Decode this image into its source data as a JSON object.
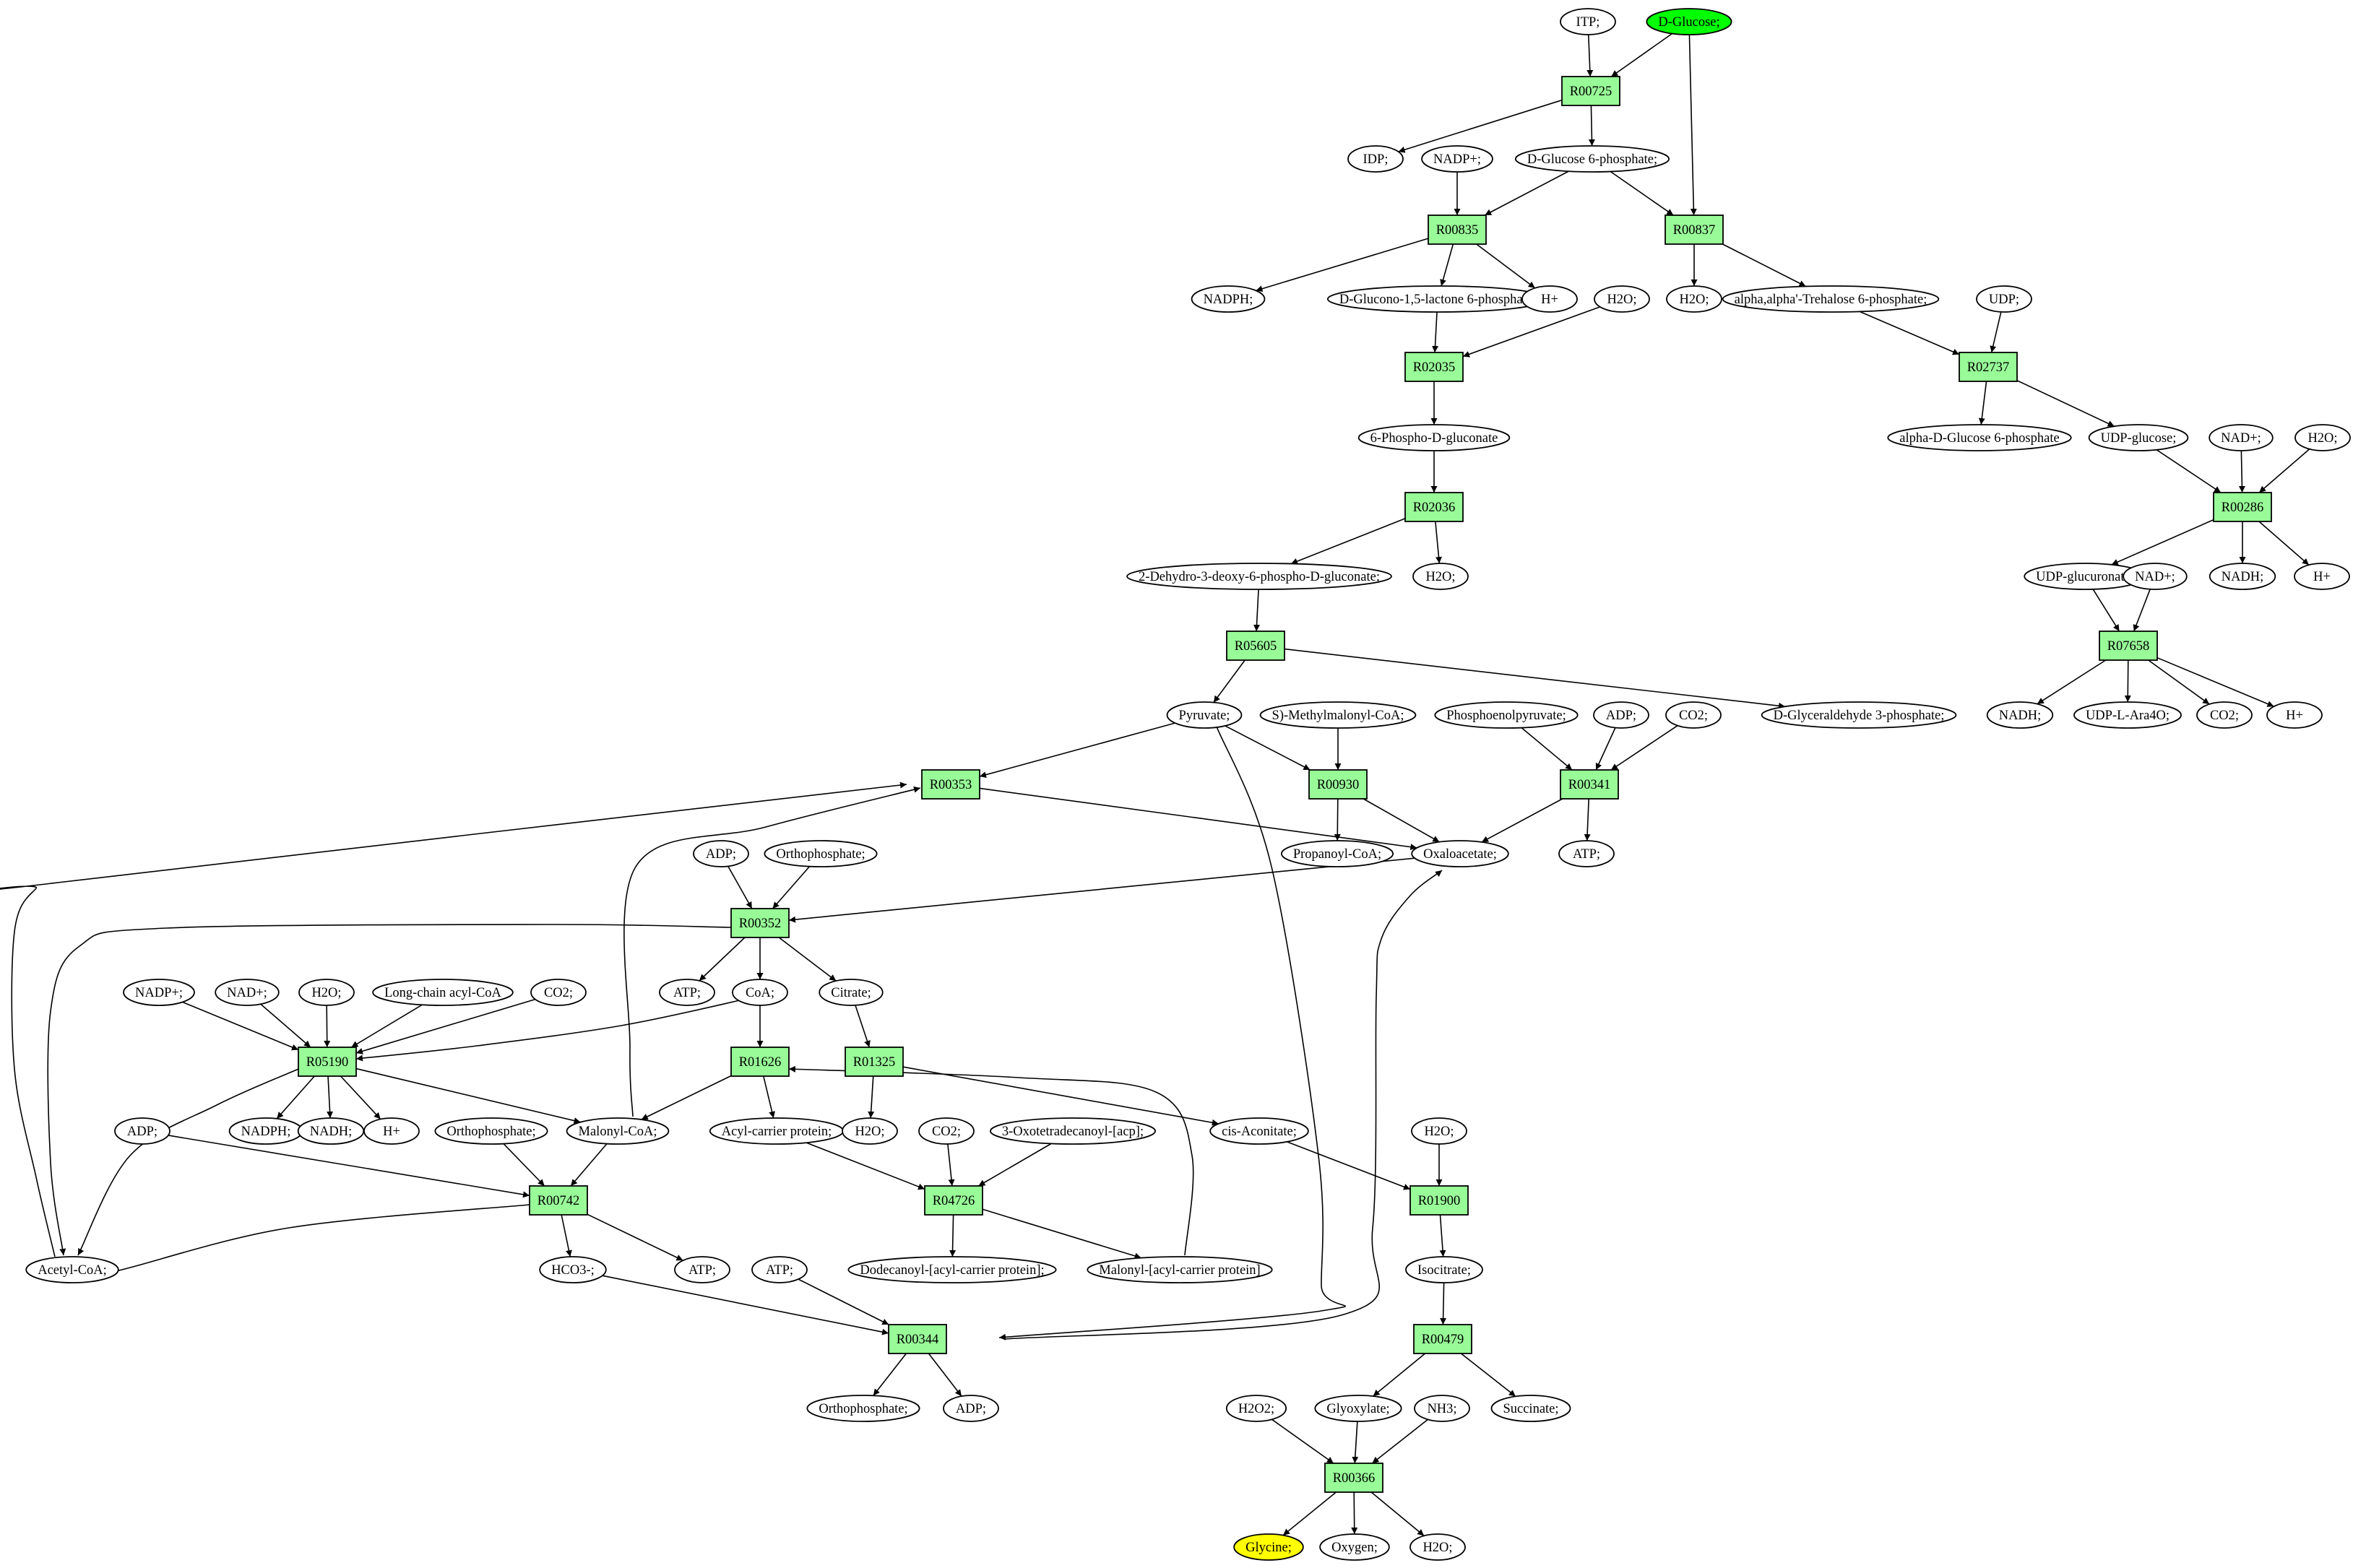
{
  "diagram": {
    "colors": {
      "reaction": "#98fb98",
      "compound": "#ffffff",
      "start": "#00ff00",
      "target": "#ffff00",
      "stroke": "#000000"
    },
    "nodes": [
      {
        "id": "itp",
        "label": "ITP;",
        "shape": "ellipse"
      },
      {
        "id": "dglc",
        "label": "D-Glucose;",
        "shape": "ellipse",
        "role": "start"
      },
      {
        "id": "r00725",
        "label": "R00725",
        "shape": "box"
      },
      {
        "id": "idp",
        "label": "IDP;",
        "shape": "ellipse"
      },
      {
        "id": "nadp1",
        "label": "NADP+;",
        "shape": "ellipse"
      },
      {
        "id": "g6p",
        "label": "D-Glucose 6-phosphate;",
        "shape": "ellipse"
      },
      {
        "id": "r00835",
        "label": "R00835",
        "shape": "box"
      },
      {
        "id": "r00837",
        "label": "R00837",
        "shape": "box"
      },
      {
        "id": "nadph1",
        "label": "NADPH;",
        "shape": "ellipse"
      },
      {
        "id": "glucono",
        "label": "D-Glucono-1,5-lactone 6-phosphate;",
        "shape": "ellipse"
      },
      {
        "id": "hplus1",
        "label": "H+",
        "shape": "ellipse"
      },
      {
        "id": "h2o_a",
        "label": "H2O;",
        "shape": "ellipse"
      },
      {
        "id": "h2o_b",
        "label": "H2O;",
        "shape": "ellipse"
      },
      {
        "id": "tre6p",
        "label": "alpha,alpha'-Trehalose 6-phosphate;",
        "shape": "ellipse"
      },
      {
        "id": "udp",
        "label": "UDP;",
        "shape": "ellipse"
      },
      {
        "id": "r02035",
        "label": "R02035",
        "shape": "box"
      },
      {
        "id": "r02737",
        "label": "R02737",
        "shape": "box"
      },
      {
        "id": "pgluconate",
        "label": "6-Phospho-D-gluconate",
        "shape": "ellipse"
      },
      {
        "id": "ag6p",
        "label": "alpha-D-Glucose 6-phosphate",
        "shape": "ellipse"
      },
      {
        "id": "udpglc",
        "label": "UDP-glucose;",
        "shape": "ellipse"
      },
      {
        "id": "nad1",
        "label": "NAD+;",
        "shape": "ellipse"
      },
      {
        "id": "h2o_c",
        "label": "H2O;",
        "shape": "ellipse"
      },
      {
        "id": "r02036",
        "label": "R02036",
        "shape": "box"
      },
      {
        "id": "r00286",
        "label": "R00286",
        "shape": "box"
      },
      {
        "id": "kdpg",
        "label": "2-Dehydro-3-deoxy-6-phospho-D-gluconate;",
        "shape": "ellipse"
      },
      {
        "id": "h2o_d",
        "label": "H2O;",
        "shape": "ellipse"
      },
      {
        "id": "udpglcur",
        "label": "UDP-glucuronate;",
        "shape": "ellipse"
      },
      {
        "id": "nad2",
        "label": "NAD+;",
        "shape": "ellipse"
      },
      {
        "id": "nadh1",
        "label": "NADH;",
        "shape": "ellipse"
      },
      {
        "id": "hplus2",
        "label": "H+",
        "shape": "ellipse"
      },
      {
        "id": "r05605",
        "label": "R05605",
        "shape": "box"
      },
      {
        "id": "r07658",
        "label": "R07658",
        "shape": "box"
      },
      {
        "id": "pyruvate",
        "label": "Pyruvate;",
        "shape": "ellipse"
      },
      {
        "id": "smmcoa",
        "label": "S)-Methylmalonyl-CoA;",
        "shape": "ellipse"
      },
      {
        "id": "pep",
        "label": "Phosphoenolpyruvate;",
        "shape": "ellipse"
      },
      {
        "id": "adp1",
        "label": "ADP;",
        "shape": "ellipse"
      },
      {
        "id": "co2_1",
        "label": "CO2;",
        "shape": "ellipse"
      },
      {
        "id": "gap",
        "label": "D-Glyceraldehyde 3-phosphate;",
        "shape": "ellipse"
      },
      {
        "id": "nadh2",
        "label": "NADH;",
        "shape": "ellipse"
      },
      {
        "id": "udpara",
        "label": "UDP-L-Ara4O;",
        "shape": "ellipse"
      },
      {
        "id": "co2_2",
        "label": "CO2;",
        "shape": "ellipse"
      },
      {
        "id": "hplus3",
        "label": "H+",
        "shape": "ellipse"
      },
      {
        "id": "r00353",
        "label": "R00353",
        "shape": "box"
      },
      {
        "id": "r00930",
        "label": "R00930",
        "shape": "box"
      },
      {
        "id": "r00341",
        "label": "R00341",
        "shape": "box"
      },
      {
        "id": "propcoa",
        "label": "Propanoyl-CoA;",
        "shape": "ellipse"
      },
      {
        "id": "oaa",
        "label": "Oxaloacetate;",
        "shape": "ellipse"
      },
      {
        "id": "atp1",
        "label": "ATP;",
        "shape": "ellipse"
      },
      {
        "id": "adp2",
        "label": "ADP;",
        "shape": "ellipse"
      },
      {
        "id": "pi1",
        "label": "Orthophosphate;",
        "shape": "ellipse"
      },
      {
        "id": "r00352",
        "label": "R00352",
        "shape": "box"
      },
      {
        "id": "atp2",
        "label": "ATP;",
        "shape": "ellipse"
      },
      {
        "id": "coa",
        "label": "CoA;",
        "shape": "ellipse"
      },
      {
        "id": "citrate",
        "label": "Citrate;",
        "shape": "ellipse"
      },
      {
        "id": "nadp2",
        "label": "NADP+;",
        "shape": "ellipse"
      },
      {
        "id": "nad3",
        "label": "NAD+;",
        "shape": "ellipse"
      },
      {
        "id": "h2o_e",
        "label": "H2O;",
        "shape": "ellipse"
      },
      {
        "id": "lcacoa",
        "label": "Long-chain acyl-CoA",
        "shape": "ellipse"
      },
      {
        "id": "co2_3",
        "label": "CO2;",
        "shape": "ellipse"
      },
      {
        "id": "r05190",
        "label": "R05190",
        "shape": "box"
      },
      {
        "id": "r01626",
        "label": "R01626",
        "shape": "box"
      },
      {
        "id": "r01325",
        "label": "R01325",
        "shape": "box"
      },
      {
        "id": "adp3",
        "label": "ADP;",
        "shape": "ellipse"
      },
      {
        "id": "nadph2",
        "label": "NADPH;",
        "shape": "ellipse"
      },
      {
        "id": "nadh3",
        "label": "NADH;",
        "shape": "ellipse"
      },
      {
        "id": "hplus4",
        "label": "H+",
        "shape": "ellipse"
      },
      {
        "id": "pi2",
        "label": "Orthophosphate;",
        "shape": "ellipse"
      },
      {
        "id": "malcoa",
        "label": "Malonyl-CoA;",
        "shape": "ellipse"
      },
      {
        "id": "acp",
        "label": "Acyl-carrier protein;",
        "shape": "ellipse"
      },
      {
        "id": "h2o_f",
        "label": "H2O;",
        "shape": "ellipse"
      },
      {
        "id": "co2_4",
        "label": "CO2;",
        "shape": "ellipse"
      },
      {
        "id": "oxotd",
        "label": "3-Oxotetradecanoyl-[acp];",
        "shape": "ellipse"
      },
      {
        "id": "cisacon",
        "label": "cis-Aconitate;",
        "shape": "ellipse"
      },
      {
        "id": "h2o_g",
        "label": "H2O;",
        "shape": "ellipse"
      },
      {
        "id": "r00742",
        "label": "R00742",
        "shape": "box"
      },
      {
        "id": "r04726",
        "label": "R04726",
        "shape": "box"
      },
      {
        "id": "r01900",
        "label": "R01900",
        "shape": "box"
      },
      {
        "id": "accoa",
        "label": "Acetyl-CoA;",
        "shape": "ellipse"
      },
      {
        "id": "hco3",
        "label": "HCO3-;",
        "shape": "ellipse"
      },
      {
        "id": "atp3",
        "label": "ATP;",
        "shape": "ellipse"
      },
      {
        "id": "atp4",
        "label": "ATP;",
        "shape": "ellipse"
      },
      {
        "id": "dodeacp",
        "label": "Dodecanoyl-[acyl-carrier protein];",
        "shape": "ellipse"
      },
      {
        "id": "malacp",
        "label": "Malonyl-[acyl-carrier protein]",
        "shape": "ellipse"
      },
      {
        "id": "isocit",
        "label": "Isocitrate;",
        "shape": "ellipse"
      },
      {
        "id": "r00344",
        "label": "R00344",
        "shape": "box"
      },
      {
        "id": "r00479",
        "label": "R00479",
        "shape": "box"
      },
      {
        "id": "pi3",
        "label": "Orthophosphate;",
        "shape": "ellipse"
      },
      {
        "id": "adp4",
        "label": "ADP;",
        "shape": "ellipse"
      },
      {
        "id": "h2o2",
        "label": "H2O2;",
        "shape": "ellipse"
      },
      {
        "id": "glyox",
        "label": "Glyoxylate;",
        "shape": "ellipse"
      },
      {
        "id": "nh3",
        "label": "NH3;",
        "shape": "ellipse"
      },
      {
        "id": "succ",
        "label": "Succinate;",
        "shape": "ellipse"
      },
      {
        "id": "r00366",
        "label": "R00366",
        "shape": "box"
      },
      {
        "id": "glycine",
        "label": "Glycine;",
        "shape": "ellipse",
        "role": "target"
      },
      {
        "id": "oxygen",
        "label": "Oxygen;",
        "shape": "ellipse"
      },
      {
        "id": "h2o_h",
        "label": "H2O;",
        "shape": "ellipse"
      }
    ],
    "edges": [
      [
        "itp",
        "r00725"
      ],
      [
        "dglc",
        "r00725"
      ],
      [
        "dglc",
        "r00837"
      ],
      [
        "r00725",
        "idp"
      ],
      [
        "r00725",
        "g6p"
      ],
      [
        "nadp1",
        "r00835"
      ],
      [
        "g6p",
        "r00835"
      ],
      [
        "g6p",
        "r00837"
      ],
      [
        "r00835",
        "nadph1"
      ],
      [
        "r00835",
        "glucono"
      ],
      [
        "r00835",
        "hplus1"
      ],
      [
        "r00837",
        "h2o_b"
      ],
      [
        "r00837",
        "tre6p"
      ],
      [
        "glucono",
        "r02035"
      ],
      [
        "h2o_a",
        "r02035"
      ],
      [
        "r02035",
        "pgluconate"
      ],
      [
        "tre6p",
        "r02737"
      ],
      [
        "udp",
        "r02737"
      ],
      [
        "r02737",
        "ag6p"
      ],
      [
        "r02737",
        "udpglc"
      ],
      [
        "udpglc",
        "r00286"
      ],
      [
        "nad1",
        "r00286"
      ],
      [
        "h2o_c",
        "r00286"
      ],
      [
        "r00286",
        "udpglcur"
      ],
      [
        "r00286",
        "nadh1"
      ],
      [
        "r00286",
        "hplus2"
      ],
      [
        "pgluconate",
        "r02036"
      ],
      [
        "r02036",
        "kdpg"
      ],
      [
        "r02036",
        "h2o_d"
      ],
      [
        "kdpg",
        "r05605"
      ],
      [
        "r05605",
        "pyruvate"
      ],
      [
        "r05605",
        "gap"
      ],
      [
        "udpglcur",
        "r07658"
      ],
      [
        "nad2",
        "r07658"
      ],
      [
        "r07658",
        "nadh2"
      ],
      [
        "r07658",
        "udpara"
      ],
      [
        "r07658",
        "co2_2"
      ],
      [
        "r07658",
        "hplus3"
      ],
      [
        "pyruvate",
        "r00353"
      ],
      [
        "pyruvate",
        "r00930"
      ],
      [
        "pyruvate",
        "r00344"
      ],
      [
        "smmcoa",
        "r00930"
      ],
      [
        "r00930",
        "propcoa"
      ],
      [
        "r00930",
        "oaa"
      ],
      [
        "pep",
        "r00341"
      ],
      [
        "adp1",
        "r00341"
      ],
      [
        "co2_1",
        "r00341"
      ],
      [
        "r00341",
        "oaa"
      ],
      [
        "r00341",
        "atp1"
      ],
      [
        "accoa",
        "r00353"
      ],
      [
        "malcoa",
        "r00353"
      ],
      [
        "r00353",
        "oaa"
      ],
      [
        "oaa",
        "r00352"
      ],
      [
        "adp2",
        "r00352"
      ],
      [
        "pi1",
        "r00352"
      ],
      [
        "r00352",
        "atp2"
      ],
      [
        "r00352",
        "coa"
      ],
      [
        "r00352",
        "citrate"
      ],
      [
        "r00352",
        "accoa"
      ],
      [
        "coa",
        "r01626"
      ],
      [
        "coa",
        "r05190"
      ],
      [
        "citrate",
        "r01325"
      ],
      [
        "nadp2",
        "r05190"
      ],
      [
        "nad3",
        "r05190"
      ],
      [
        "h2o_e",
        "r05190"
      ],
      [
        "lcacoa",
        "r05190"
      ],
      [
        "co2_3",
        "r05190"
      ],
      [
        "r05190",
        "nadph2"
      ],
      [
        "r05190",
        "nadh3"
      ],
      [
        "r05190",
        "hplus4"
      ],
      [
        "r05190",
        "malcoa"
      ],
      [
        "r05190",
        "accoa"
      ],
      [
        "r01626",
        "malcoa"
      ],
      [
        "r01626",
        "acp"
      ],
      [
        "malacp",
        "r01626"
      ],
      [
        "r01325",
        "h2o_f"
      ],
      [
        "r01325",
        "cisacon"
      ],
      [
        "pi2",
        "r00742"
      ],
      [
        "malcoa",
        "r00742"
      ],
      [
        "adp3",
        "r00742"
      ],
      [
        "r00742",
        "accoa"
      ],
      [
        "r00742",
        "hco3"
      ],
      [
        "r00742",
        "atp3"
      ],
      [
        "acp",
        "r04726"
      ],
      [
        "co2_4",
        "r04726"
      ],
      [
        "oxotd",
        "r04726"
      ],
      [
        "r04726",
        "dodeacp"
      ],
      [
        "r04726",
        "malacp"
      ],
      [
        "cisacon",
        "r01900"
      ],
      [
        "h2o_g",
        "r01900"
      ],
      [
        "r01900",
        "isocit"
      ],
      [
        "hco3",
        "r00344"
      ],
      [
        "atp4",
        "r00344"
      ],
      [
        "r00344",
        "pi3"
      ],
      [
        "r00344",
        "adp4"
      ],
      [
        "r00344",
        "oaa"
      ],
      [
        "isocit",
        "r00479"
      ],
      [
        "r00479",
        "glyox"
      ],
      [
        "r00479",
        "succ"
      ],
      [
        "h2o2",
        "r00366"
      ],
      [
        "glyox",
        "r00366"
      ],
      [
        "nh3",
        "r00366"
      ],
      [
        "r00366",
        "glycine"
      ],
      [
        "r00366",
        "oxygen"
      ],
      [
        "r00366",
        "h2o_h"
      ]
    ]
  }
}
